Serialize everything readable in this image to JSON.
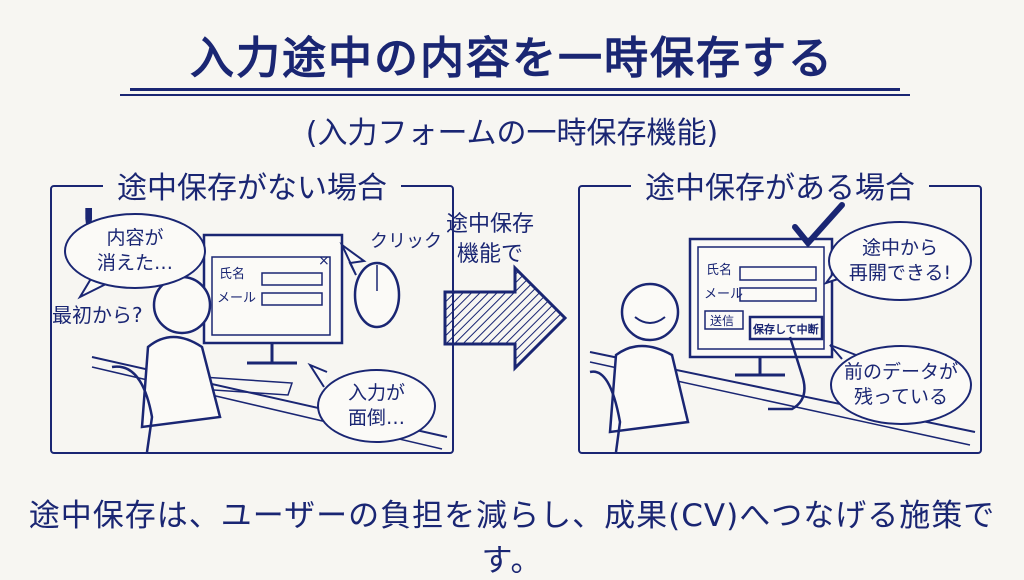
{
  "title": "入力途中の内容を一時保存する",
  "subtitle": "(入力フォームの一時保存機能)",
  "left_panel": {
    "heading": "途中保存がない場合",
    "exclamation": "!",
    "bubble_lost": "内容が\n消えた…",
    "text_restart": "最初から?",
    "form_name_label": "氏名",
    "form_mail_label": "メール",
    "close_mark": "×",
    "text_click": "クリック",
    "bubble_bother": "入力が\n面倒…"
  },
  "arrow_label": "途中保存\n機能で",
  "right_panel": {
    "heading": "途中保存がある場合",
    "form_name_label": "氏名",
    "form_mail_label": "メール",
    "send_button": "送信",
    "save_button": "保存して中断",
    "bubble_resume": "途中から\n再開できる!",
    "bubble_remain": "前のデータが\n残っている"
  },
  "bottom_text": "途中保存は、ユーザーの負担を減らし、成果(CV)へつなげる施策です。",
  "colors": {
    "ink": "#1a2673",
    "paper": "#f7f6f2"
  }
}
